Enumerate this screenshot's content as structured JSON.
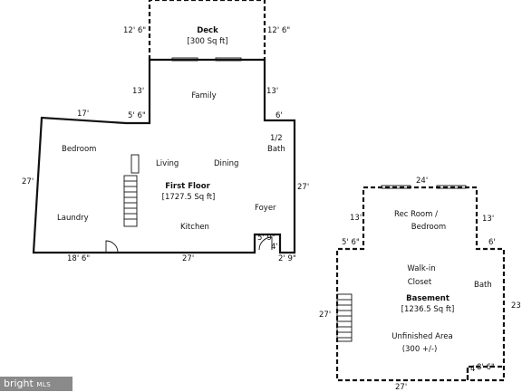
{
  "first_floor": {
    "deck": {
      "name": "Deck",
      "area": "[300 Sq ft]"
    },
    "deck_left_dim": "12' 6\"",
    "deck_right_dim": "12' 6\"",
    "title": "First Floor",
    "area": "[1727.5 Sq ft]",
    "rooms": {
      "family": "Family",
      "bedroom": "Bedroom",
      "living": "Living",
      "dining": "Dining",
      "half": "1/2",
      "bath": "Bath",
      "laundry": "Laundry",
      "kitchen": "Kitchen",
      "foyer": "Foyer"
    },
    "dims": {
      "family_left": "13'",
      "family_right": "13'",
      "top_left": "17'",
      "top_step": "5' 6\"",
      "right_step": "6'",
      "left_side": "27'",
      "right_side": "27'",
      "bottom_left": "18' 6\"",
      "bottom_mid": "27'",
      "foyer_step": "5' 9\"",
      "foyer_small": "4'",
      "bottom_right": "2' 9\""
    }
  },
  "basement": {
    "title": "Basement",
    "area": "[1236.5 Sq ft]",
    "rooms": {
      "rec_room": "Rec Room /",
      "rec_bedroom": "Bedroom",
      "walk_in": "Walk-in",
      "closet": "Closet",
      "bath": "Bath",
      "unfinished": "Unfinished Area",
      "unfinished_area": "(300 +/-)"
    },
    "dims": {
      "top": "24'",
      "left_upper": "13'",
      "right_upper": "13'",
      "left_step": "5' 6\"",
      "right_step": "6'",
      "left_side": "27'",
      "right_side": "23",
      "bottom": "27'",
      "corner_a": "4'",
      "corner_b": "8' 6\""
    }
  },
  "watermark": {
    "brand": "bright",
    "suffix": "MLS"
  }
}
